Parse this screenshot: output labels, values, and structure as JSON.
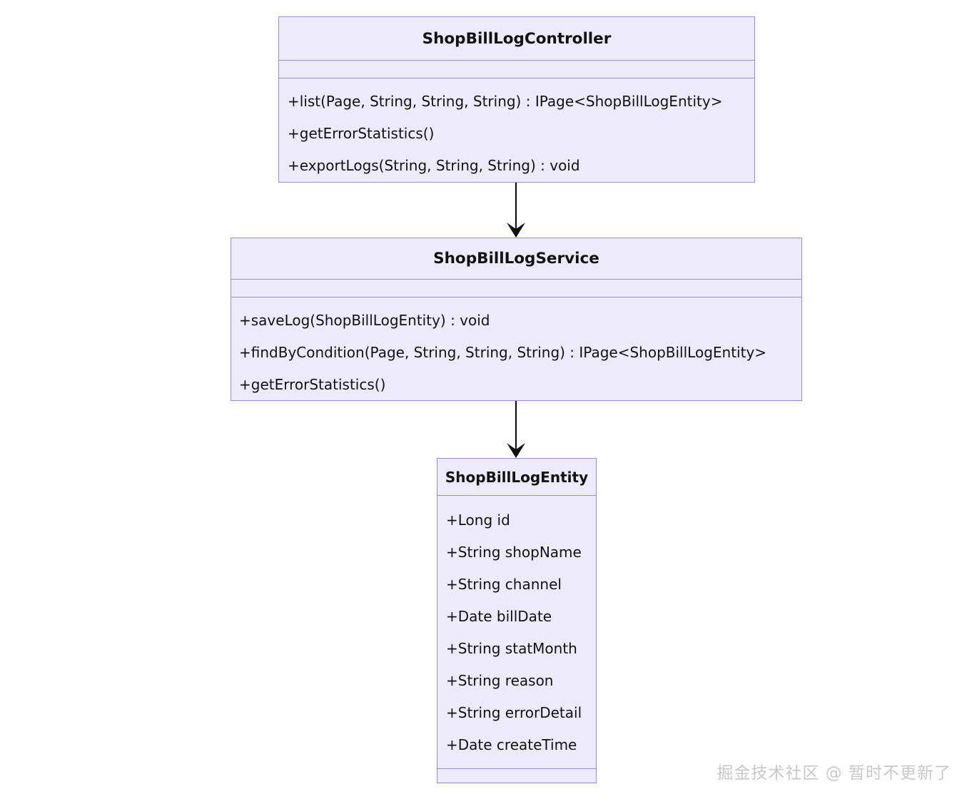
{
  "diagram": {
    "type": "uml-class-diagram",
    "background_color": "#ffffff",
    "box_fill_color": "#ECEAFB",
    "box_border_color": "#9890D4",
    "connector_color": "#111111",
    "classes": [
      {
        "id": "controller",
        "name": "ShopBillLogController",
        "attributes": [],
        "methods": [
          "+list(Page, String, String, String) : IPage<ShopBillLogEntity>",
          "+getErrorStatistics()",
          "+exportLogs(String, String, String) : void"
        ]
      },
      {
        "id": "service",
        "name": "ShopBillLogService",
        "attributes": [],
        "methods": [
          "+saveLog(ShopBillLogEntity) : void",
          "+findByCondition(Page, String, String, String) : IPage<ShopBillLogEntity>",
          "+getErrorStatistics()"
        ]
      },
      {
        "id": "entity",
        "name": "ShopBillLogEntity",
        "attributes": [
          "+Long id",
          "+String shopName",
          "+String channel",
          "+Date billDate",
          "+String statMonth",
          "+String reason",
          "+String errorDetail",
          "+Date createTime"
        ],
        "methods": []
      }
    ],
    "connectors": [
      {
        "id": "controller-to-service",
        "from": "controller",
        "to": "service",
        "arrow": "filled-arrowhead",
        "direction": "down"
      },
      {
        "id": "service-to-entity",
        "from": "service",
        "to": "entity",
        "arrow": "filled-arrowhead",
        "direction": "down"
      }
    ]
  },
  "watermark": {
    "text": "掘金技术社区 @ 暂时不更新了",
    "color": "#c8c8c8"
  }
}
